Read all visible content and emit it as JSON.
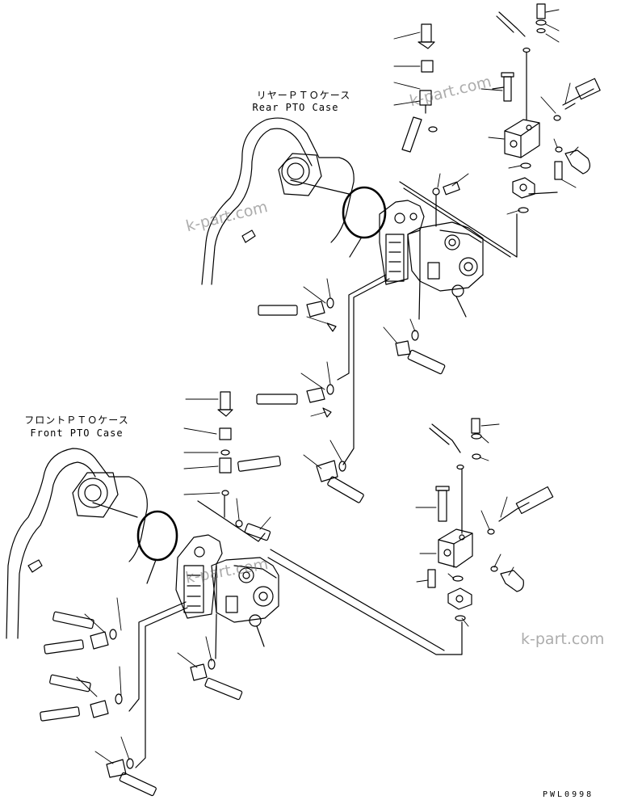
{
  "labels": {
    "rear_case_jp": "リヤーＰＴＯケース",
    "rear_case_en": "Rear PTO Case",
    "front_case_jp": "フロントＰＴＯケース",
    "front_case_en": "Front PTO Case"
  },
  "watermarks": [
    "k-part.com",
    "k-part.com",
    "k-part.com",
    "k-part.com"
  ],
  "drawing_code": "PWL0998",
  "line_color": "#000000",
  "watermark_color": "#6a6a6a"
}
